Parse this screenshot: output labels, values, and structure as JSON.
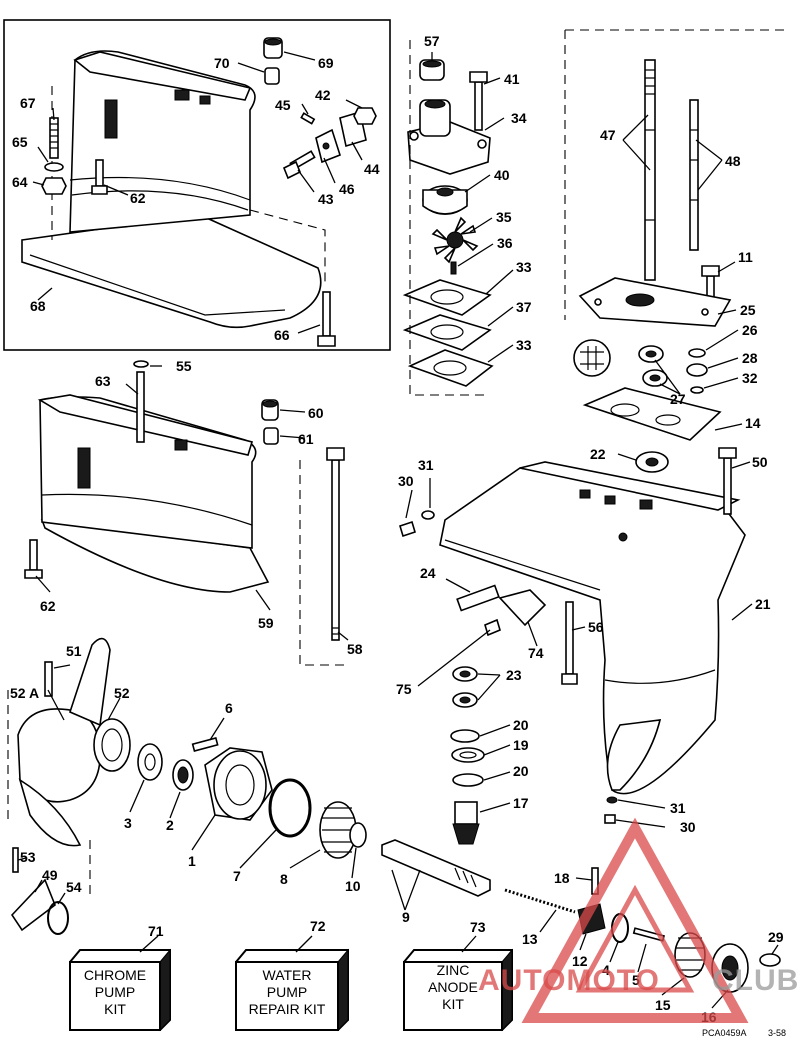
{
  "diagram": {
    "callouts": [
      "1",
      "2",
      "3",
      "4",
      "5",
      "6",
      "7",
      "8",
      "9",
      "10",
      "11",
      "12",
      "13",
      "14",
      "15",
      "16",
      "17",
      "18",
      "19",
      "20",
      "20",
      "21",
      "22",
      "23",
      "24",
      "25",
      "26",
      "27",
      "28",
      "29",
      "30",
      "30",
      "31",
      "31",
      "32",
      "33",
      "33",
      "34",
      "35",
      "36",
      "37",
      "40",
      "41",
      "42",
      "43",
      "44",
      "45",
      "46",
      "47",
      "48",
      "49",
      "50",
      "51",
      "52",
      "52 A",
      "53",
      "54",
      "55",
      "56",
      "57",
      "58",
      "59",
      "60",
      "61",
      "62",
      "62",
      "63",
      "64",
      "65",
      "66",
      "67",
      "68",
      "69",
      "70",
      "71",
      "72",
      "73",
      "74",
      "75"
    ],
    "kits": [
      {
        "number": "71",
        "lines": [
          "CHROME",
          "PUMP",
          "KIT"
        ]
      },
      {
        "number": "72",
        "lines": [
          "WATER",
          "PUMP",
          "REPAIR KIT"
        ]
      },
      {
        "number": "73",
        "lines": [
          "ZINC",
          "ANODE",
          "KIT"
        ]
      }
    ],
    "figure_code": "PCA0459A",
    "page_ref": "3-58"
  },
  "watermark": {
    "text": "AUTOMOTO",
    "text_tail": "CLUB",
    "color": "#d94a4a"
  }
}
